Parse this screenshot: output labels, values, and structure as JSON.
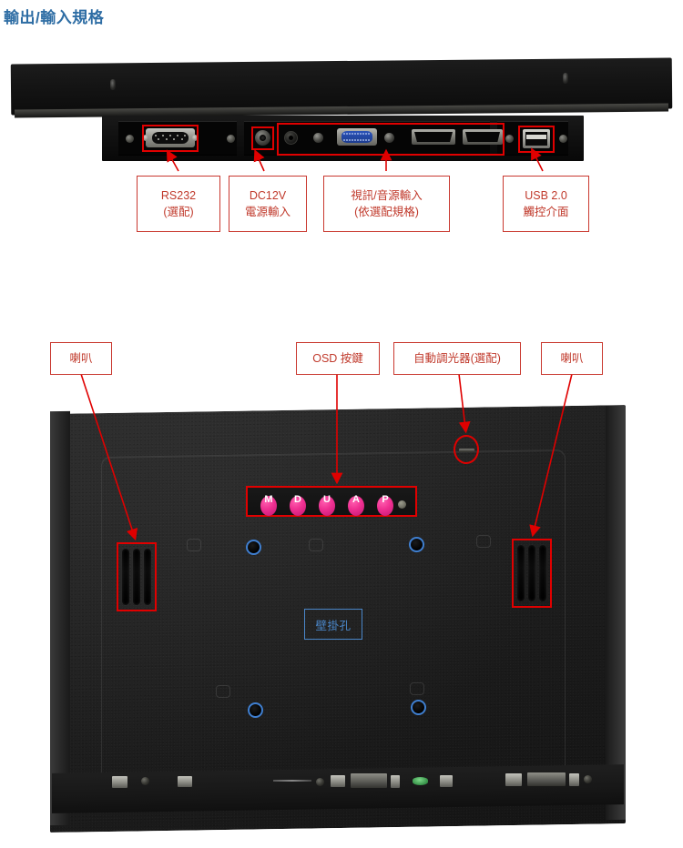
{
  "page": {
    "title": "輸出/輸入規格",
    "title_color": "#2e6da4"
  },
  "io_panel": {
    "section_name": "io-connector-panel-photo",
    "callouts": [
      {
        "id": "rs232",
        "line1": "RS232",
        "line2": "(選配)"
      },
      {
        "id": "dc12v",
        "line1": "DC12V",
        "line2": "電源輸入"
      },
      {
        "id": "video",
        "line1": "視訊/音源輸入",
        "line2": "(依選配規格)"
      },
      {
        "id": "usb",
        "line1": "USB 2.0",
        "line2": "觸控介面"
      }
    ],
    "highlight_color": "#e00000",
    "label_color": "#c0392b"
  },
  "back_panel": {
    "section_name": "monitor-rear-photo",
    "callouts": [
      {
        "id": "speaker-left",
        "text": "喇叭"
      },
      {
        "id": "osd-keys",
        "text": "OSD 按鍵"
      },
      {
        "id": "auto-dimmer",
        "text": "自動調光器(選配)"
      },
      {
        "id": "speaker-right",
        "text": "喇叭"
      }
    ],
    "osd_buttons": [
      "M",
      "D",
      "U",
      "A",
      "P"
    ],
    "vesa_label": "壁掛孔",
    "vesa_label_color": "#4a86c8",
    "highlight_color": "#e00000"
  }
}
